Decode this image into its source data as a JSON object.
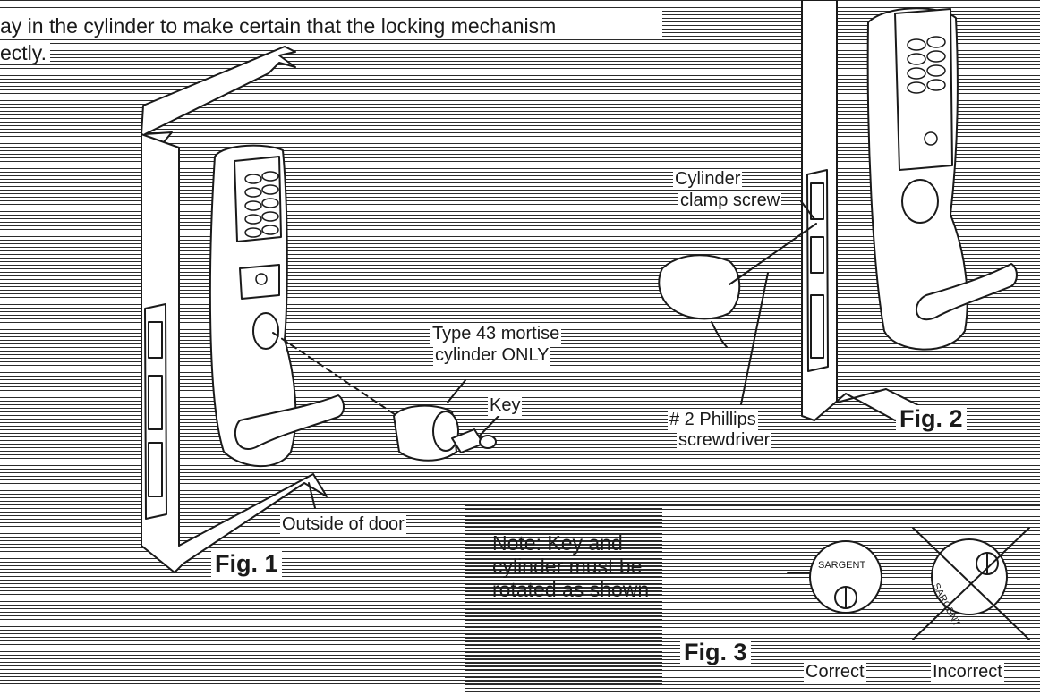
{
  "instructions": {
    "line1": "ay in the cylinder to make certain that the locking mechanism",
    "line2": "ectly."
  },
  "fig1": {
    "caption": "Fig. 1",
    "cylinder_label_1": "Type 43 mortise",
    "cylinder_label_2": "cylinder ONLY",
    "key_label": "Key",
    "door_label": "Outside of door"
  },
  "fig2": {
    "caption": "Fig. 2",
    "clamp_label_1": "Cylinder",
    "clamp_label_2": "clamp screw",
    "driver_label_1": "# 2 Phillips",
    "driver_label_2": "screwdriver"
  },
  "fig3": {
    "caption": "Fig. 3",
    "note_1": "Note: Key and",
    "note_2": "cylinder must be",
    "note_3": "rotated as shown",
    "brand": "SARGENT",
    "correct_label": "Correct",
    "incorrect_label": "Incorrect"
  }
}
